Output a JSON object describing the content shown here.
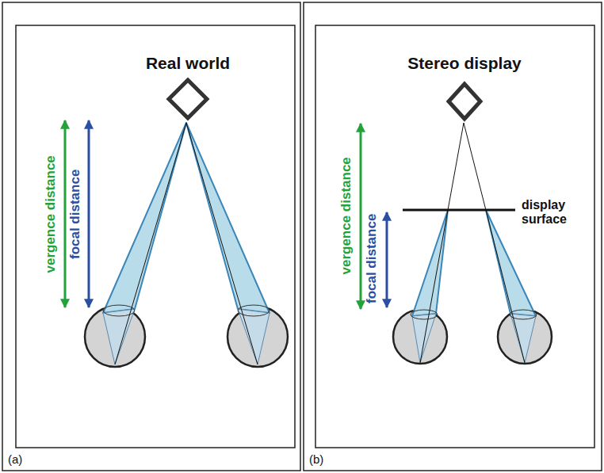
{
  "diagram": {
    "labels": [
      "Real world",
      "vergence distance",
      "focal distance",
      "(a)",
      "Stereo display",
      "vergence distance",
      "focal distance",
      "display surface",
      "(b)"
    ]
  }
}
